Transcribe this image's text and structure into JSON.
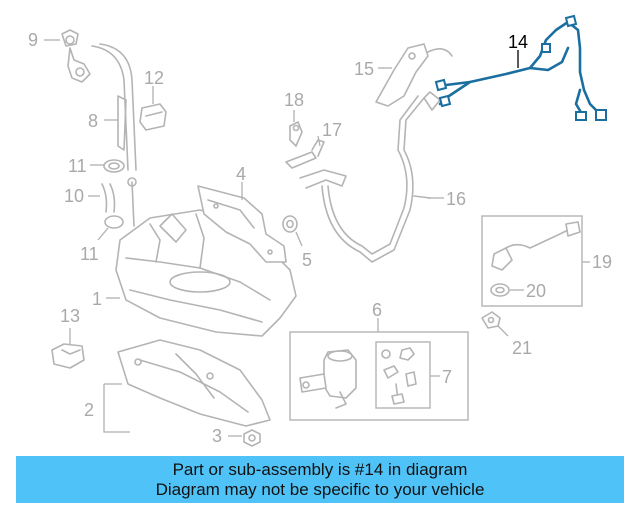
{
  "diagram": {
    "highlight_color": "#1a6fa0",
    "highlighted_callout": "14",
    "callouts": {
      "c1": "1",
      "c2": "2",
      "c3": "3",
      "c4": "4",
      "c5": "5",
      "c6": "6",
      "c7": "7",
      "c8": "8",
      "c9": "9",
      "c10": "10",
      "c11a": "11",
      "c11b": "11",
      "c12": "12",
      "c13": "13",
      "c14": "14",
      "c15": "15",
      "c16": "16",
      "c17": "17",
      "c18": "18",
      "c19": "19",
      "c20": "20",
      "c21": "21"
    }
  },
  "banner": {
    "background": "#4fc3f7",
    "line1": "Part or sub-assembly is #14 in diagram",
    "line2": "Diagram may not be specific to your vehicle"
  }
}
